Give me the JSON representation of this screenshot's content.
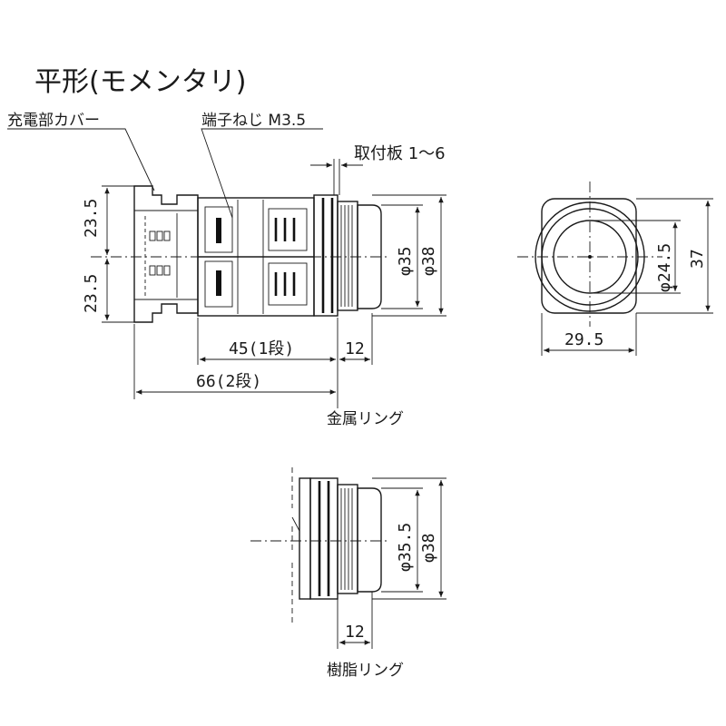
{
  "title": "平形(モメンタリ)",
  "labels": {
    "charging_cover": "充電部カバー",
    "terminal_screw": "端子ねじ M3.5",
    "mount_plate": "取付板 1～6",
    "metal_ring": "金属リング",
    "resin_ring": "樹脂リング"
  },
  "dims": {
    "h_upper": "23.5",
    "h_lower": "23.5",
    "d35": "φ35",
    "d38": "φ38",
    "l45": "45(1段)",
    "l12": "12",
    "l66": "66(2段)",
    "d24_5": "φ24.5",
    "w37": "37",
    "w29_5": "29.5",
    "d35_5": "φ35.5",
    "d38_b": "φ38",
    "l12_b": "12"
  }
}
